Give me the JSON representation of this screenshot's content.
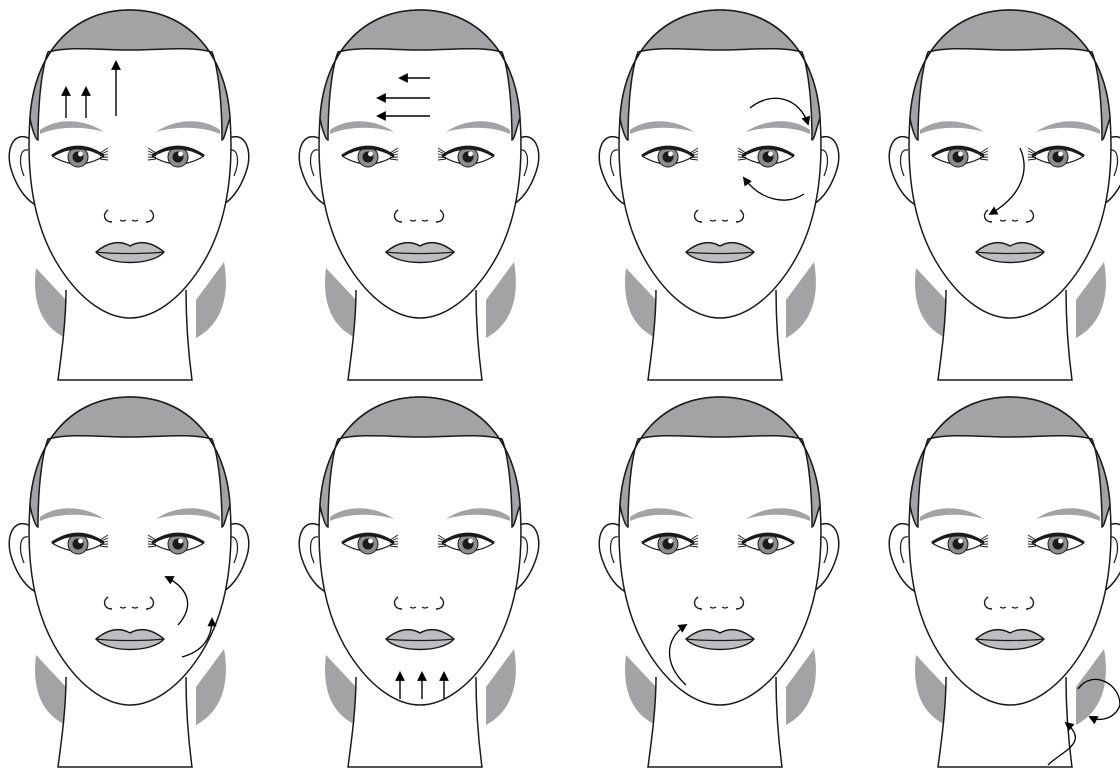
{
  "colors": {
    "background": "#ffffff",
    "outline": "#1a1a1a",
    "hair": "#a3a3a5",
    "brow": "#a3a3a5",
    "iris": "#8e8e90",
    "lips": "#bdbdbf",
    "arrow": "#000000"
  },
  "panels": [
    {
      "id": "forehead-upward",
      "arrows": [
        "forehead-up-short-1",
        "forehead-up-short-2",
        "forehead-up-long"
      ]
    },
    {
      "id": "forehead-sideways",
      "arrows": [
        "forehead-left-short",
        "forehead-left-long-1",
        "forehead-left-long-2"
      ]
    },
    {
      "id": "eye-circle",
      "arrows": [
        "brow-arc-clockwise",
        "under-eye-arc"
      ]
    },
    {
      "id": "nose-side",
      "arrows": [
        "nose-curve-down"
      ]
    },
    {
      "id": "cheek-lift",
      "arrows": [
        "cheek-curve-inner",
        "cheek-curve-outer"
      ]
    },
    {
      "id": "chin-upward",
      "arrows": [
        "chin-up-1",
        "chin-up-2",
        "chin-up-3"
      ]
    },
    {
      "id": "jaw-to-lip",
      "arrows": [
        "jaw-curve-to-mouth"
      ]
    },
    {
      "id": "neck-side",
      "arrows": [
        "neck-curve-upper",
        "neck-curve-lower"
      ]
    }
  ]
}
